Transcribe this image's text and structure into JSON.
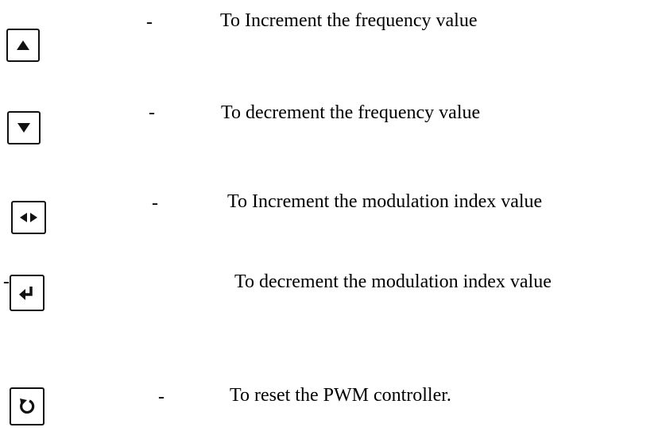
{
  "keys": [
    {
      "icon": "up-arrow-icon",
      "dash": "-",
      "description": "To Increment the frequency value"
    },
    {
      "icon": "down-arrow-icon",
      "dash": "-",
      "description": "To decrement the frequency value"
    },
    {
      "icon": "left-right-arrows-icon",
      "dash": "-",
      "description": "To Increment the modulation index value"
    },
    {
      "icon": "enter-return-icon",
      "dash": "-",
      "description": "To decrement the modulation index value"
    },
    {
      "icon": "reset-rotate-icon",
      "dash": "-",
      "description": "To reset the PWM controller."
    }
  ]
}
